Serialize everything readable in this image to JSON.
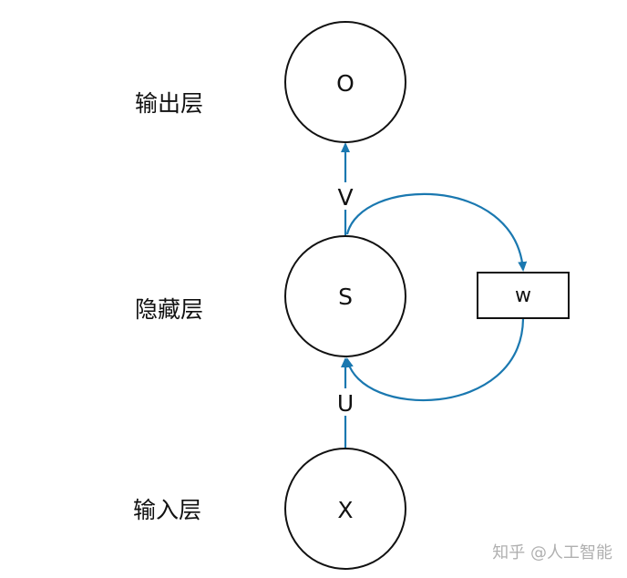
{
  "layers": {
    "output": "输出层",
    "hidden": "隐藏层",
    "input": "输入层"
  },
  "nodes": {
    "output": "O",
    "hidden": "S",
    "input": "X"
  },
  "edges": {
    "v": "V",
    "u": "U"
  },
  "recurrent": {
    "box": "w"
  },
  "watermark": "知乎 @人工智能",
  "colors": {
    "arrow": "#1a78b0",
    "stroke": "#111111",
    "watermark": "#b0b0b0"
  }
}
